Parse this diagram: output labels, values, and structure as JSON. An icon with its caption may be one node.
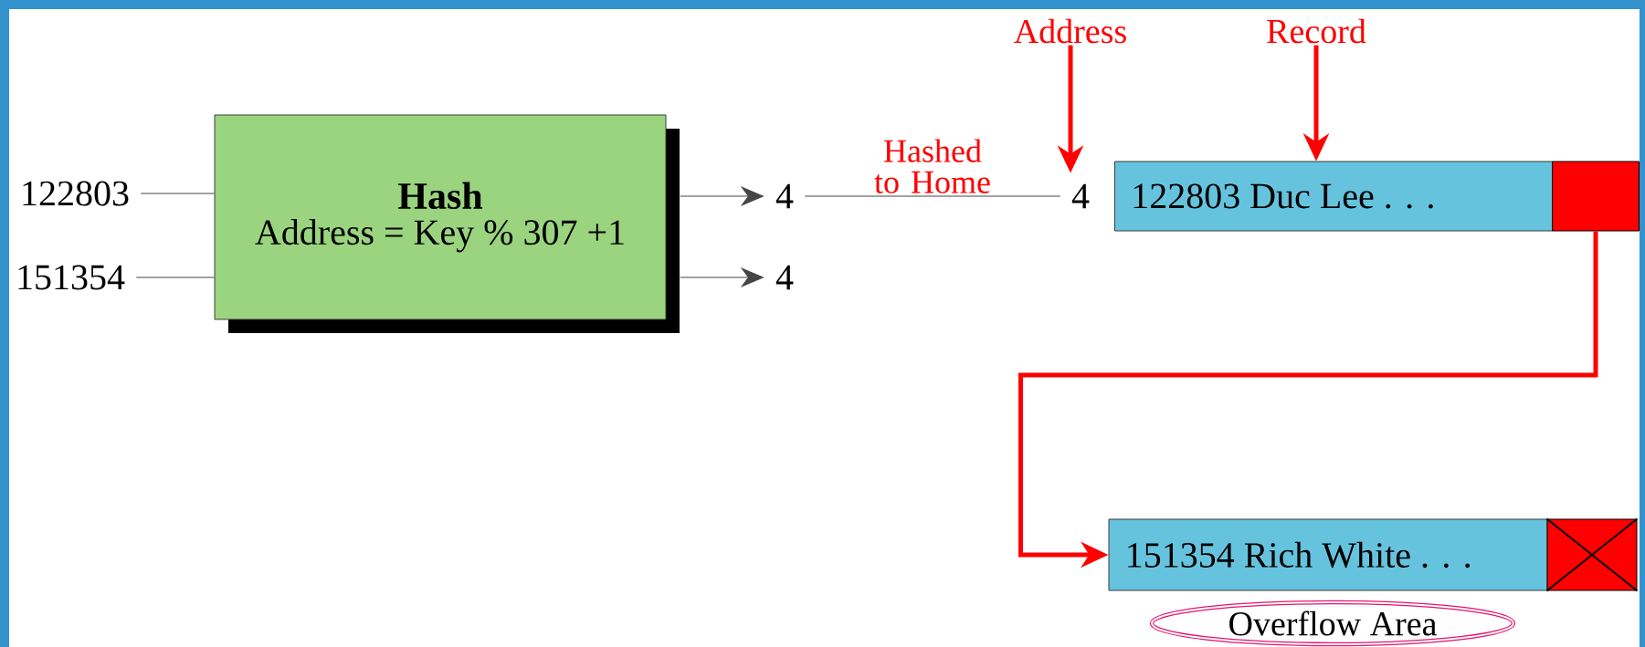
{
  "diagram": {
    "nodes": [
      {
        "text": [
          "122803"
        ]
      },
      {
        "text": [
          "151354"
        ]
      },
      {
        "text": [
          "Hash",
          "Address = Key % 307 +1"
        ]
      },
      {
        "text": [
          "4"
        ]
      },
      {
        "text": [
          "4"
        ]
      },
      {
        "text": [
          "4"
        ]
      },
      {
        "text": [
          "122803 Duc Lee  . . ."
        ]
      },
      {
        "text": [],
        "shape": "box"
      },
      {
        "text": [
          "151354 Rich White  . . ."
        ]
      },
      {
        "text": [],
        "shape": "box"
      },
      {
        "text": [
          "Overflow Area"
        ]
      },
      {
        "text": [
          "Address"
        ]
      },
      {
        "text": [
          "Record"
        ]
      }
    ],
    "edges": [
      {
        "from": 0,
        "to": 2,
        "arrow": "none"
      },
      {
        "from": 1,
        "to": 2,
        "arrow": "none"
      },
      {
        "from": 2,
        "to": 3,
        "arrow": "to"
      },
      {
        "from": 2,
        "to": 4,
        "arrow": "to"
      },
      {
        "from": 3,
        "to": 5,
        "arrow": "none",
        "label": "Hashed to Home"
      },
      {
        "from": 7,
        "to": 8,
        "arrow": "to",
        "style": "thick",
        "color": "#ff0000"
      },
      {
        "from": 11,
        "to": 5,
        "arrow": "to",
        "style": "thick",
        "color": "#ff0000"
      },
      {
        "from": 12,
        "to": 6,
        "arrow": "to",
        "style": "thick",
        "color": "#ff0000"
      }
    ]
  }
}
